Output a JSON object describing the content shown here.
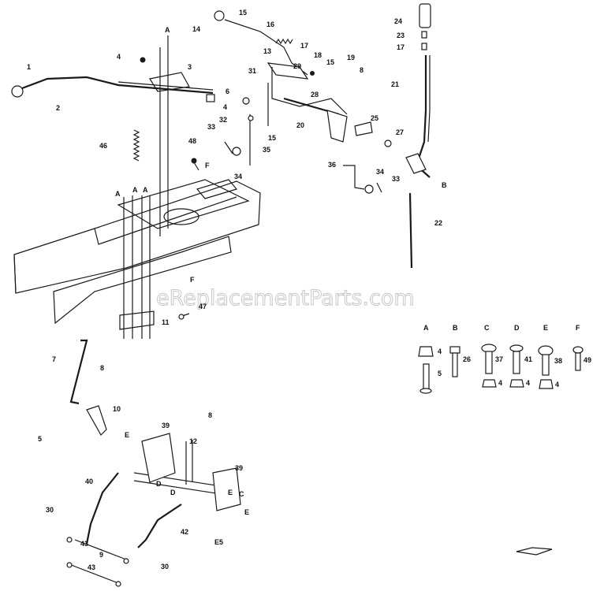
{
  "watermark": "eReplacementParts.com",
  "page_code": "E5",
  "callouts": [
    "1",
    "2",
    "3",
    "4",
    "6",
    "46",
    "48",
    "F",
    "A",
    "A",
    "A",
    "A",
    "F",
    "47",
    "11",
    "7",
    "8",
    "5",
    "10",
    "8",
    "E",
    "39",
    "12",
    "40",
    "39",
    "C",
    "D",
    "D",
    "E",
    "E",
    "30",
    "43",
    "9",
    "43",
    "42",
    "30",
    "14",
    "15",
    "16",
    "17",
    "13",
    "18",
    "15",
    "19",
    "8",
    "31",
    "29",
    "28",
    "4",
    "32",
    "15",
    "33",
    "35",
    "34",
    "20",
    "25",
    "27",
    "36",
    "34",
    "33",
    "22",
    "24",
    "23",
    "17",
    "21",
    "B"
  ],
  "hardware_key": {
    "columns": [
      {
        "letter": "A",
        "top_ref": "4",
        "bottom_ref": "5"
      },
      {
        "letter": "B",
        "top_ref": "",
        "bottom_ref": "26"
      },
      {
        "letter": "C",
        "top_ref": "37",
        "bottom_ref": "4"
      },
      {
        "letter": "D",
        "top_ref": "41",
        "bottom_ref": "4"
      },
      {
        "letter": "E",
        "top_ref": "38",
        "bottom_ref": "4"
      },
      {
        "letter": "F",
        "top_ref": "49",
        "bottom_ref": ""
      }
    ]
  }
}
